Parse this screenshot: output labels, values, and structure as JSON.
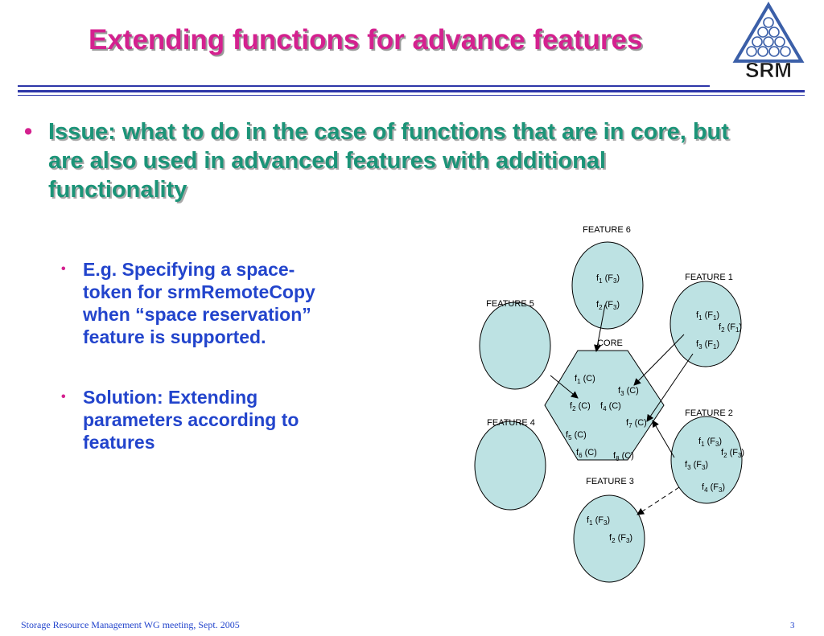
{
  "slide": {
    "title": "Extending functions for advance features",
    "logo_text": "SRM",
    "main_bullet": "Issue: what to do in the case of functions that are in core, but are also used in advanced features with additional functionality",
    "sub_bullets": [
      "E.g.  Specifying a space-\ntoken for srmRemoteCopy\nwhen “space reservation”\nfeature is supported.",
      "Solution: Extending\nparameters according to\nfeatures"
    ],
    "bullet_char": "•",
    "footer": "Storage Resource Management WG meeting, Sept. 2005",
    "page_number": "3"
  },
  "diagram": {
    "fill": "#bde2e3",
    "core": {
      "label": "CORE",
      "funcs": [
        {
          "sym": "f",
          "sub": "1",
          "arg": "(C)"
        },
        {
          "sym": "f",
          "sub": "3",
          "arg": "(C)"
        },
        {
          "sym": "f",
          "sub": "2",
          "arg": "(C)"
        },
        {
          "sym": "f",
          "sub": "4",
          "arg": "(C)"
        },
        {
          "sym": "f",
          "sub": "7",
          "arg": "(C)"
        },
        {
          "sym": "f",
          "sub": "5",
          "arg": "(C)"
        },
        {
          "sym": "f",
          "sub": "6",
          "arg": "(C)"
        },
        {
          "sym": "f",
          "sub": "8",
          "arg": "(C)"
        }
      ]
    },
    "features": [
      {
        "label": "FEATURE 6",
        "funcs": [
          {
            "sym": "f",
            "sub": "1",
            "pre": "(F",
            "psub": "3",
            "post": ")"
          },
          {
            "sym": "f",
            "sub": "2",
            "pre": "(F",
            "psub": "3",
            "post": ")"
          }
        ]
      },
      {
        "label": "FEATURE 1",
        "funcs": [
          {
            "sym": "f",
            "sub": "1",
            "pre": "(F",
            "psub": "1",
            "post": ")"
          },
          {
            "sym": "f",
            "sub": "2",
            "pre": "(F",
            "psub": "1",
            "post": ")"
          },
          {
            "sym": "f",
            "sub": "3",
            "pre": "(F",
            "psub": "1",
            "post": ")"
          }
        ]
      },
      {
        "label": "FEATURE 5",
        "funcs": []
      },
      {
        "label": "FEATURE 4",
        "funcs": []
      },
      {
        "label": "FEATURE 2",
        "funcs": [
          {
            "sym": "f",
            "sub": "1",
            "pre": "(F",
            "psub": "3",
            "post": ")"
          },
          {
            "sym": "f",
            "sub": "2",
            "pre": "(F",
            "psub": "3",
            "post": ")"
          },
          {
            "sym": "f",
            "sub": "3",
            "pre": "(F",
            "psub": "3",
            "post": ")"
          },
          {
            "sym": "f",
            "sub": "4",
            "pre": "(F",
            "psub": "3",
            "post": ")"
          }
        ]
      },
      {
        "label": "FEATURE 3",
        "funcs": [
          {
            "sym": "f",
            "sub": "1",
            "pre": "(F",
            "psub": "3",
            "post": ")"
          },
          {
            "sym": "f",
            "sub": "2",
            "pre": "(F",
            "psub": "3",
            "post": ")"
          }
        ]
      }
    ]
  }
}
